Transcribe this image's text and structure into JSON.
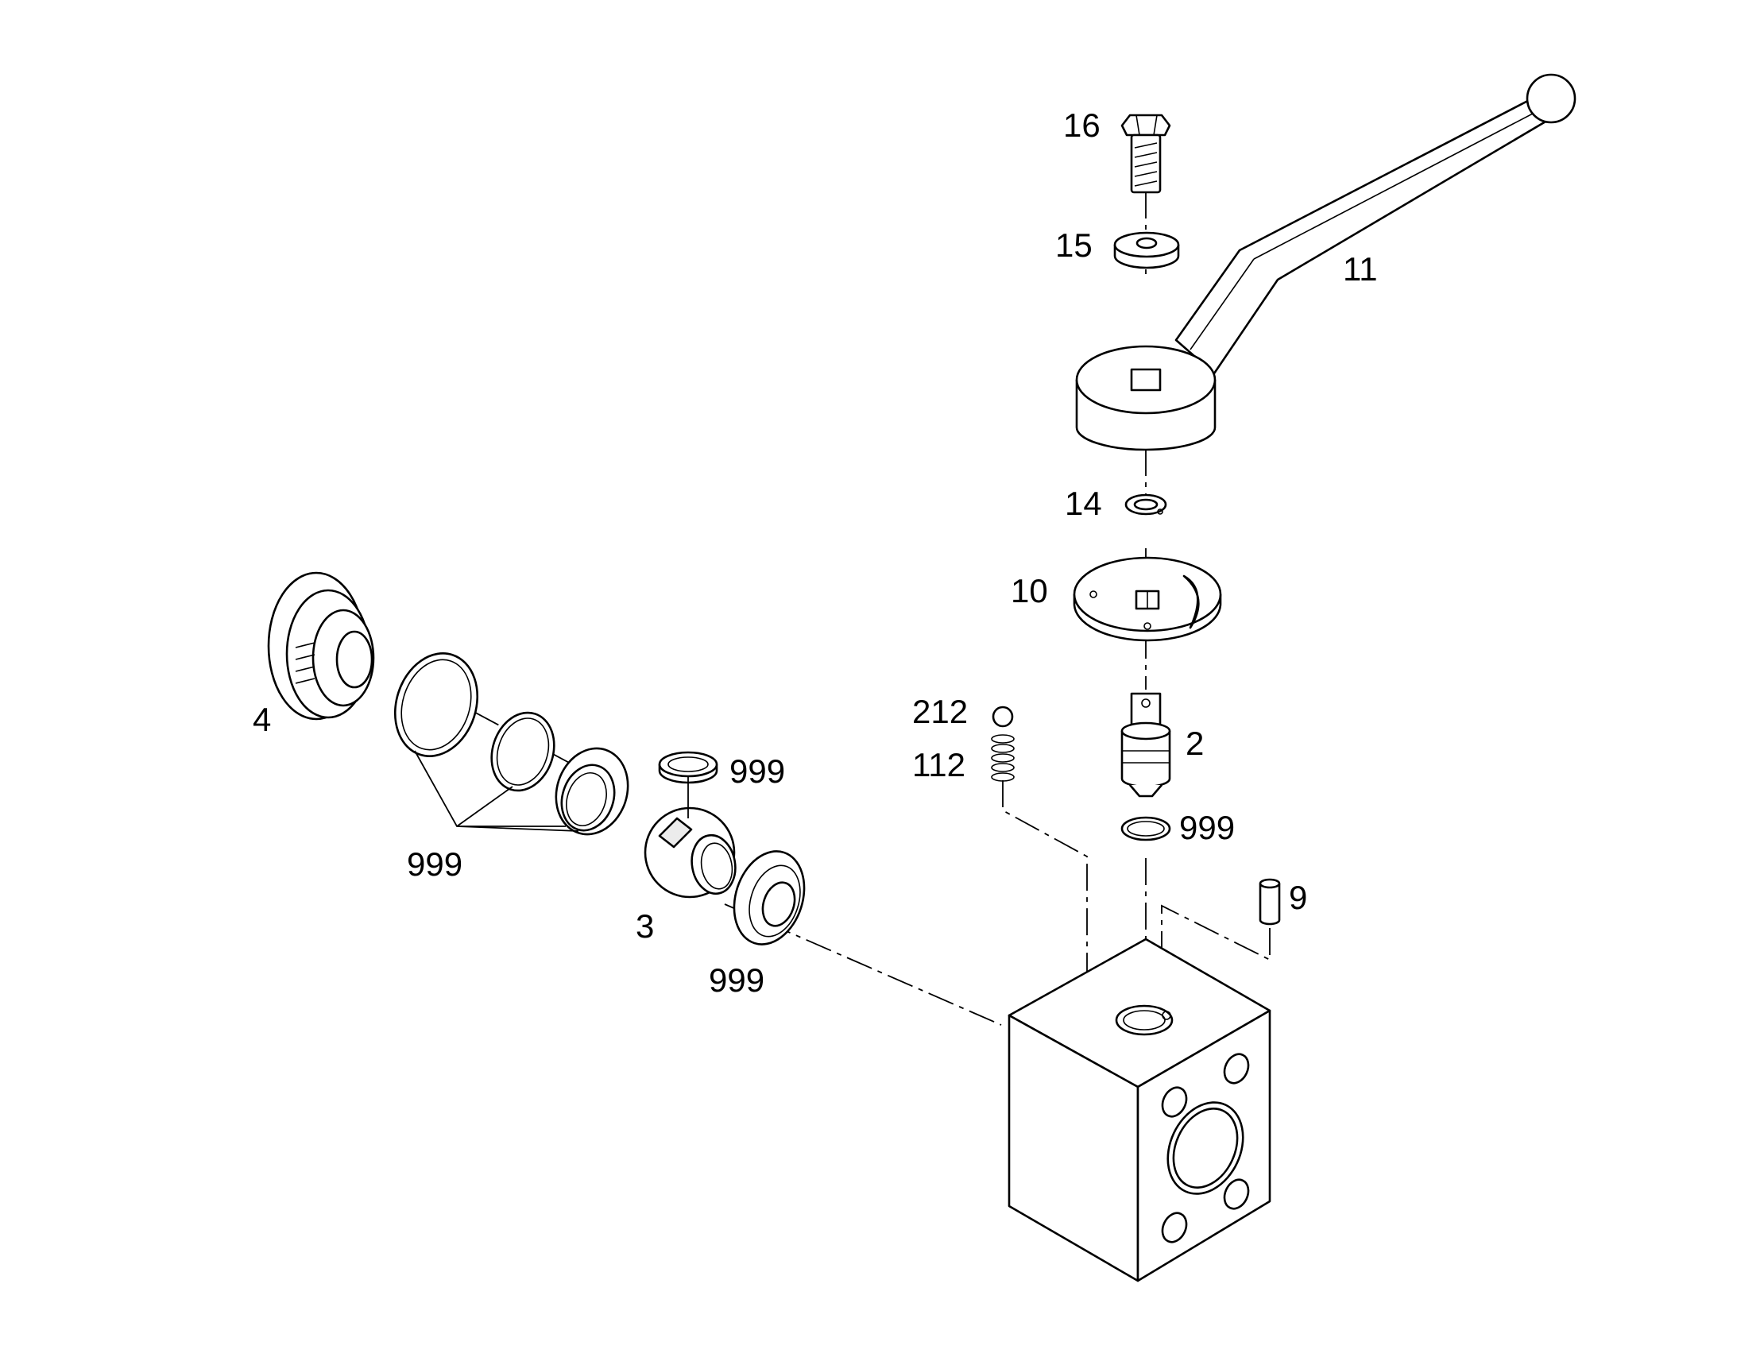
{
  "diagram": {
    "labels": {
      "p16": "16",
      "p15": "15",
      "p11": "11",
      "p14": "14",
      "p10": "10",
      "p212": "212",
      "p112": "112",
      "p2": "2",
      "p999_stem": "999",
      "p9": "9",
      "p4": "4",
      "p999_seat_top": "999",
      "p999_group": "999",
      "p3": "3",
      "p999_seat_bottom": "999"
    }
  }
}
